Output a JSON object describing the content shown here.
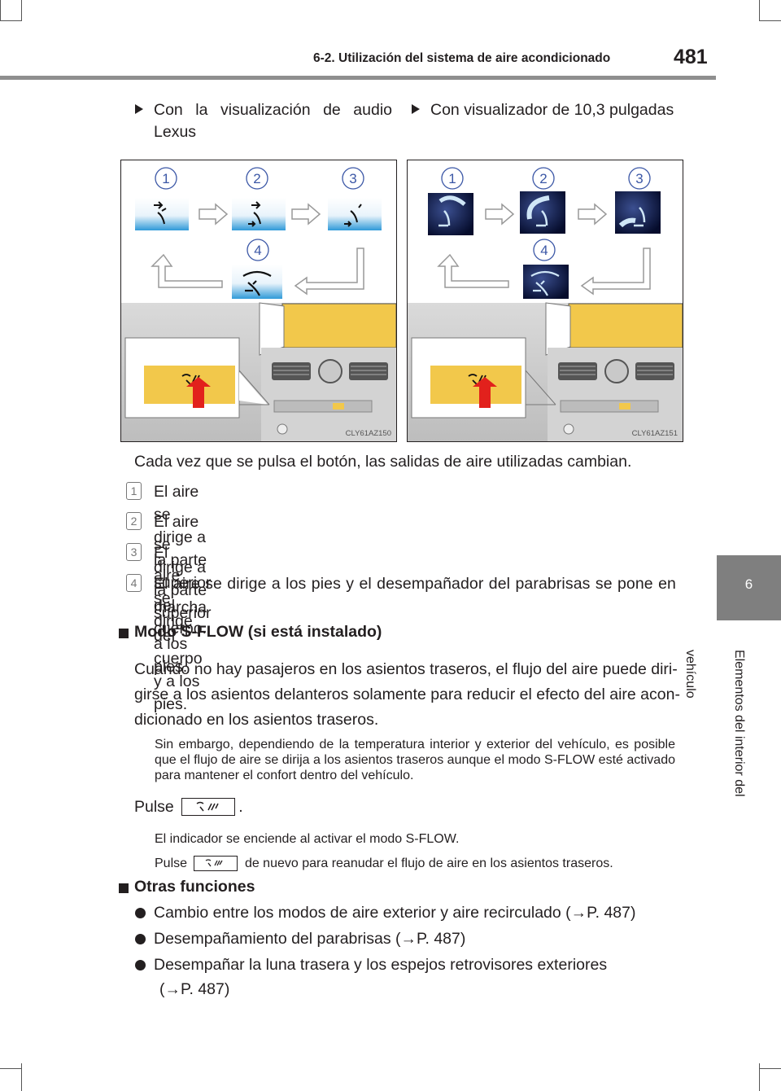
{
  "header": {
    "section": "6-2. Utilización del sistema de aire acondicionado",
    "page": "481"
  },
  "side_tab": {
    "number": "6",
    "label": "Elementos del interior del vehículo"
  },
  "columns": {
    "left_title_line1": "Con la visualización de audio",
    "left_title_line2": "Lexus",
    "right_title": "Con visualizador de 10,3 pulgadas"
  },
  "figures": {
    "left_code": "CLY61AZ150",
    "right_code": "CLY61AZ151",
    "callouts": [
      "1",
      "2",
      "3",
      "4"
    ]
  },
  "intro": "Cada vez que se pulsa el botón, las salidas de aire utilizadas cambian.",
  "steps": [
    {
      "n": "1",
      "text": "El aire se dirige a la parte superior del cuerpo."
    },
    {
      "n": "2",
      "text": "El aire se dirige a la parte superior del cuerpo y a los pies."
    },
    {
      "n": "3",
      "text": "El aire se dirige a los pies."
    },
    {
      "n": "4",
      "text_line1": "El aire se dirige a los pies y el desempañador del parabrisas se pone en",
      "text_line2": "marcha"
    }
  ],
  "sflow": {
    "title": "Modo S-FLOW (si está instalado)",
    "para_line1": "Cuando no hay pasajeros en los asientos traseros, el flujo del aire puede diri-",
    "para_line2": "girse a los asientos delanteros solamente para reducir el efecto del aire acon-",
    "para_line3": "dicionado en los asientos traseros.",
    "note": "Sin embargo, dependiendo de la temperatura interior y exterior del vehículo, es posible que el flujo de aire se dirija a los asientos traseros aunque el modo S-FLOW esté activado para mantener el confort dentro del vehículo.",
    "press": "Pulse",
    "press_end": ".",
    "indicator": "El indicador se enciende al activar el modo S-FLOW.",
    "press_again_a": "Pulse",
    "press_again_b": "de nuevo para reanudar el flujo de aire en los asientos traseros."
  },
  "other": {
    "title": "Otras funciones",
    "items": [
      "Cambio entre los modos de aire exterior y aire recirculado (→P. 487)",
      "Desempañamiento del parabrisas (→P. 487)",
      "Desempañar la luna trasera y los espejos retrovisores exteriores"
    ],
    "item3_ref": "(→P. 487)"
  },
  "colors": {
    "callout": "#3b57a6",
    "arrow_red": "#e2211c",
    "display_yellow": "#f2c84b",
    "tab_gray": "#7f7f7f"
  }
}
